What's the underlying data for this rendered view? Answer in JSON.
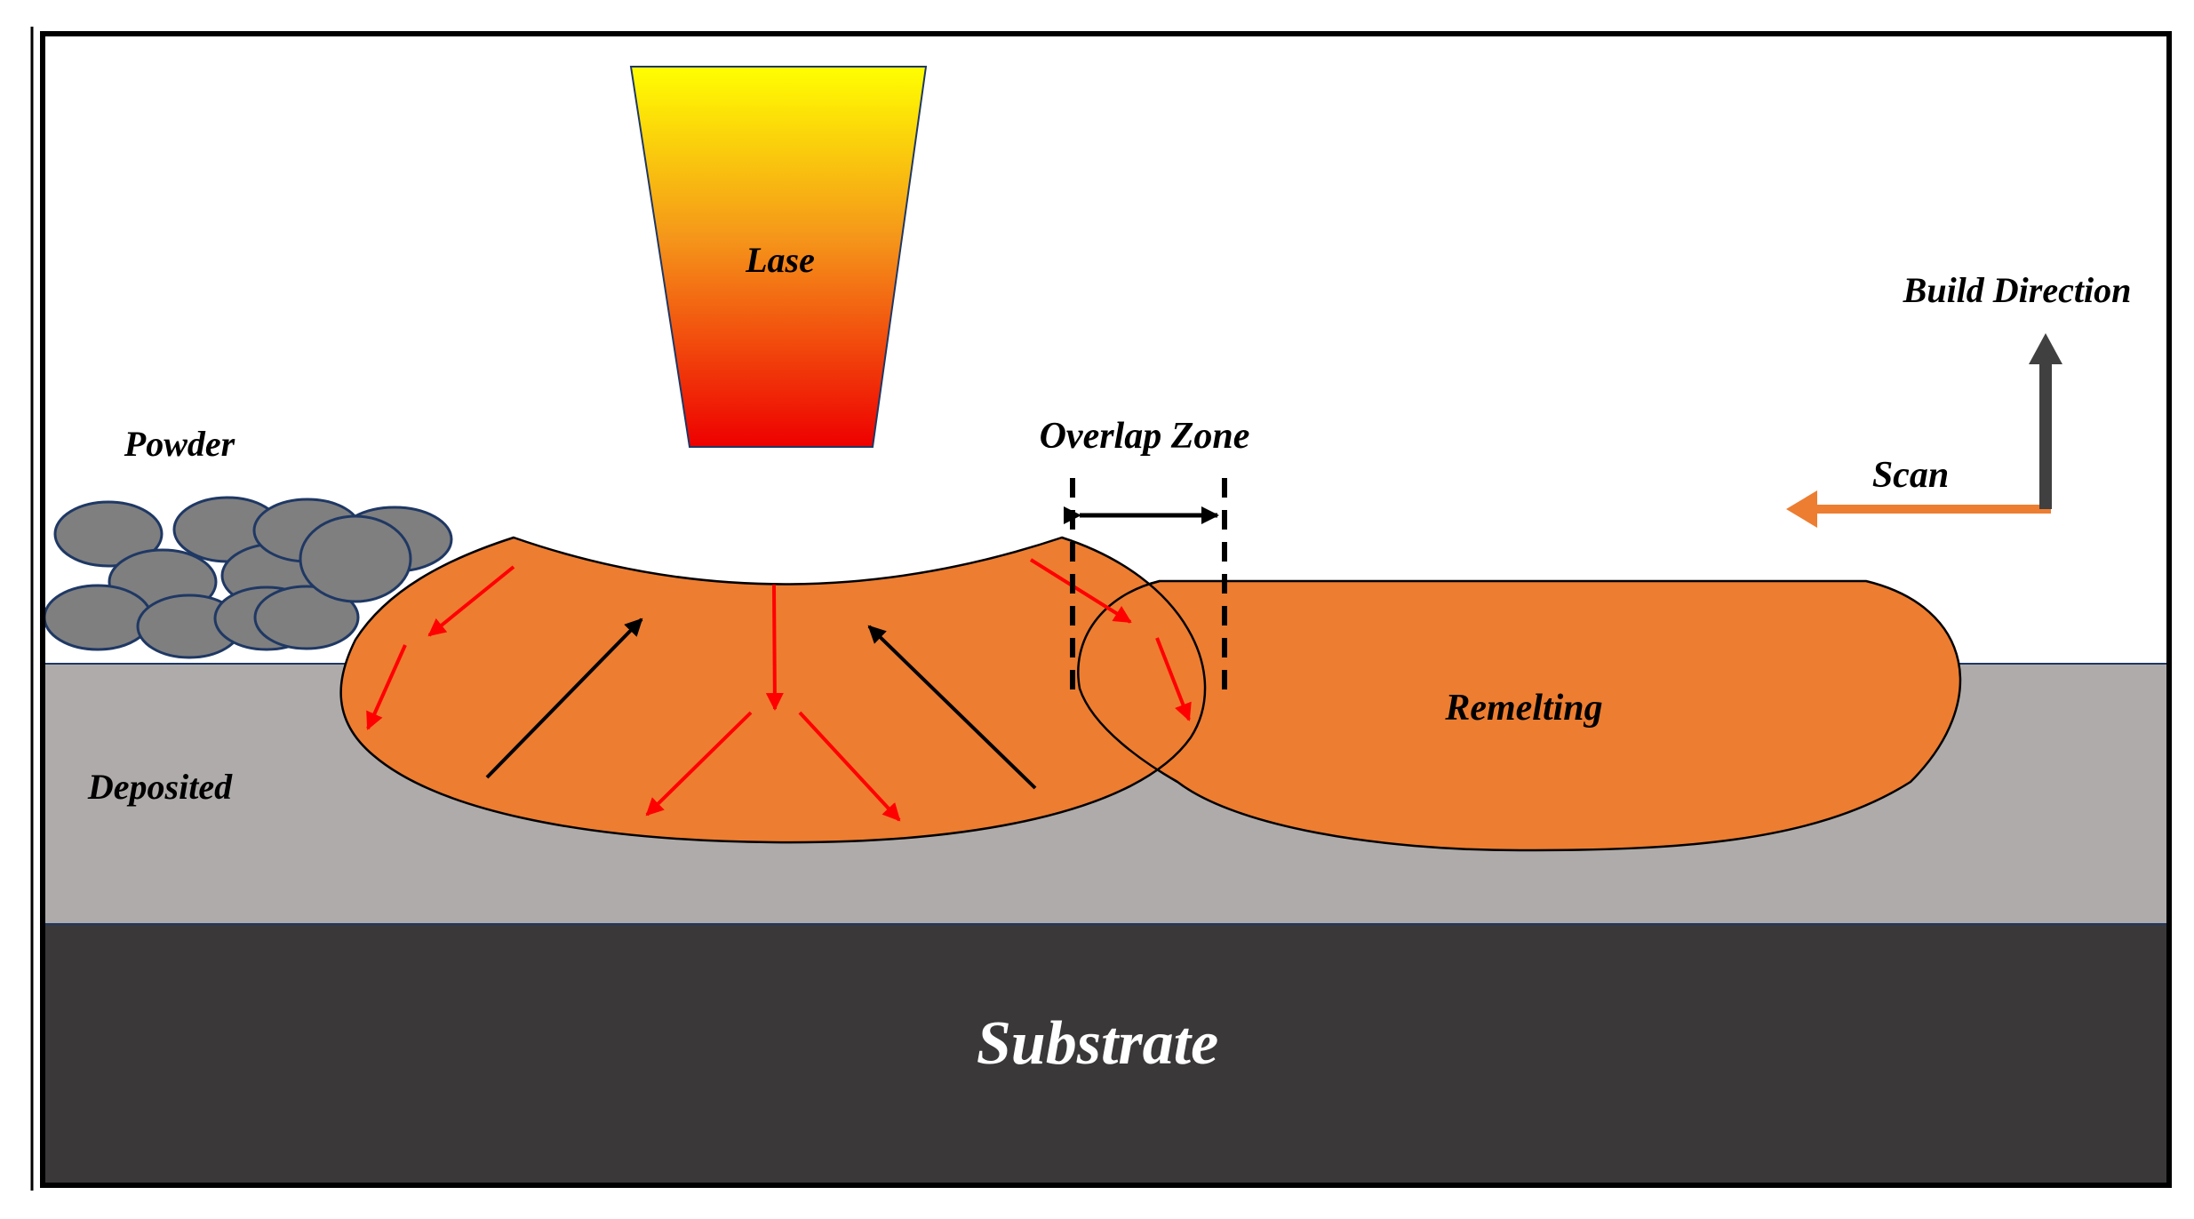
{
  "labels": {
    "laser": "Lase",
    "powder": "Powder",
    "deposited": "Deposited",
    "overlap_zone": "Overlap Zone",
    "remelting": "Remelting",
    "scan": "Scan",
    "build_direction": "Build Direction",
    "substrate": "Substrate"
  },
  "colors": {
    "melt_pool": "#ED7D31",
    "deposited_layer": "#AFABAB",
    "substrate": "#3A3838",
    "powder": "#7F7F7F",
    "laser_top": "#FFFF00",
    "laser_bottom": "#EE0000",
    "flow_arrow_red": "#FF0000",
    "flow_arrow_black": "#000000",
    "scan_arrow": "#ED7D31",
    "build_arrow": "#404040"
  }
}
